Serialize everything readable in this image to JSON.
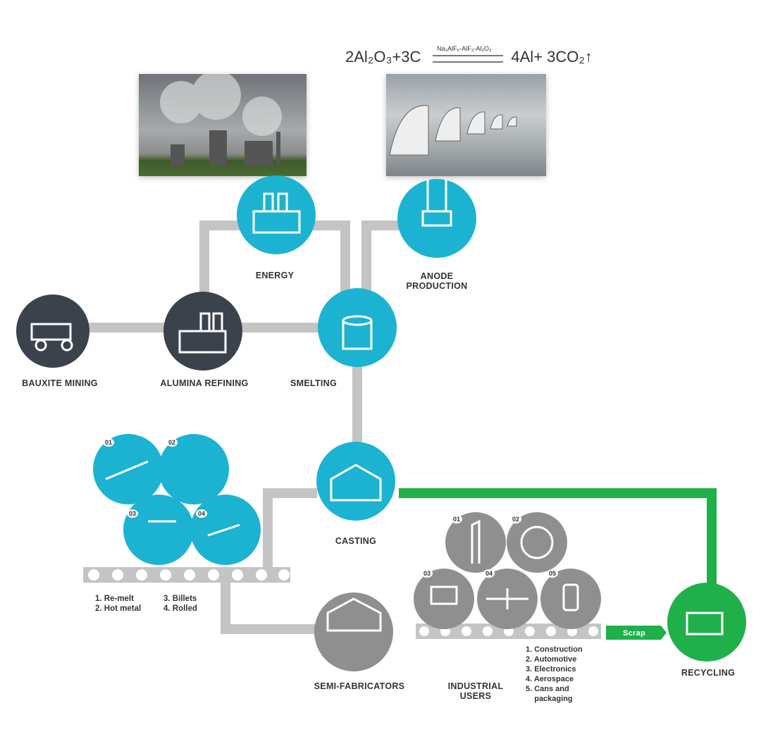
{
  "formula": {
    "left": "2Al₂O₃+3C",
    "condition": "Na₃AlF₆-AlF₃-Al₂O₃",
    "right": "4Al+ 3CO₂↑"
  },
  "photos": [
    "power-plant-photo",
    "electrolysis-potline-photo"
  ],
  "nodes": {
    "energy": "ENERGY",
    "anode_1": "ANODE",
    "anode_2": "PRODUCTION",
    "bauxite": "BAUXITE MINING",
    "alumina": "ALUMINA REFINING",
    "smelting": "SMELTING",
    "casting": "CASTING",
    "semi": "SEMI-FABRICATORS",
    "users_1": "INDUSTRIAL",
    "users_2": "USERS",
    "recycling": "RECYCLING"
  },
  "scrap": "Scrap",
  "cast_products": {
    "nums": [
      "01",
      "02",
      "03",
      "04"
    ],
    "legend_a": "1. Re-melt\n2. Hot metal",
    "legend_b": "3. Billets\n4. Rolled"
  },
  "user_products": {
    "nums": [
      "01",
      "02",
      "03",
      "04",
      "05"
    ],
    "legend": "1. Construction\n2. Automotive\n3. Electronics\n4. Aerospace\n5. Cans and\n    packaging"
  },
  "colors": {
    "cyan": "#1cb3d2",
    "dark": "#3c424c",
    "pipe": "#c4c4c4",
    "gray": "#8f8f8f",
    "green": "#1fb04a"
  }
}
